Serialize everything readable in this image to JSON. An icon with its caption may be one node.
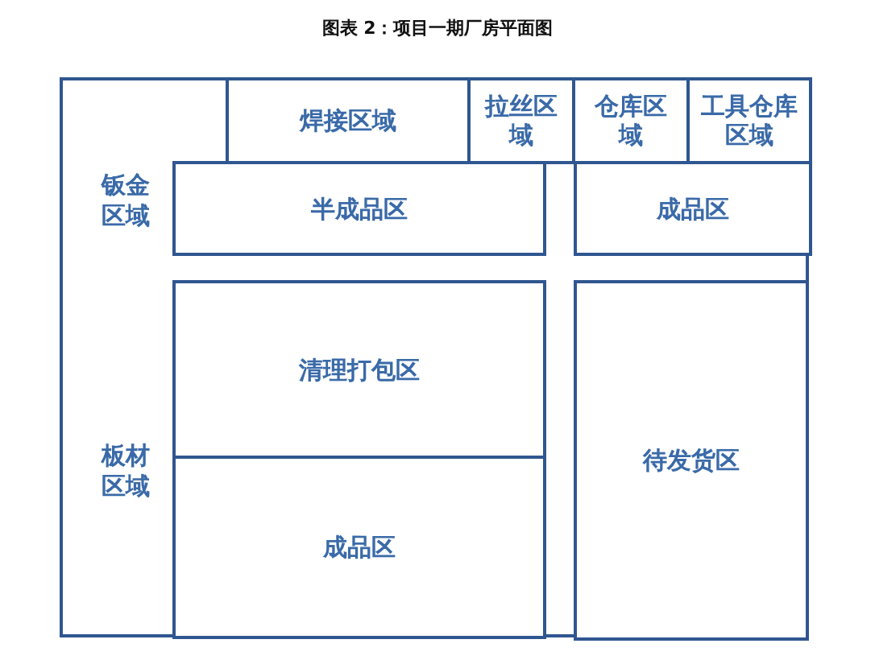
{
  "diagram": {
    "title": "图表 2：项目一期厂房平面图",
    "nodes": [
      {
        "text": [
          "钣金区域",
          "板材区域"
        ]
      },
      {
        "text": [
          "焊接区域"
        ],
        "in": 0
      },
      {
        "text": [
          "拉丝区域"
        ],
        "in": 0
      },
      {
        "text": [
          "仓库区域"
        ],
        "in": 0
      },
      {
        "text": [
          "工具仓库区域"
        ],
        "in": 0
      },
      {
        "text": [
          "半成品区"
        ],
        "in": 0
      },
      {
        "text": [
          "成品区"
        ],
        "in": 0
      },
      {
        "text": [
          "清理打包区"
        ],
        "in": 0
      },
      {
        "text": [
          "成品区"
        ],
        "in": 0
      },
      {
        "text": [
          "待发货区"
        ],
        "in": 0
      }
    ]
  }
}
